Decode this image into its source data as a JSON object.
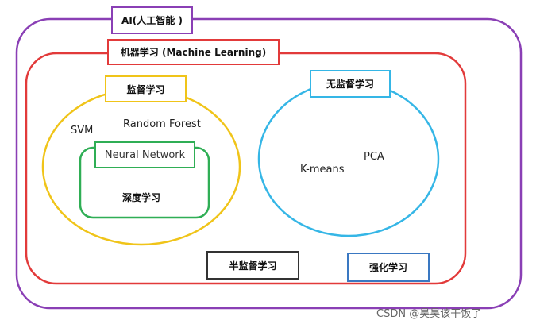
{
  "ai_label": "AI(人工智能 )",
  "ml_label": "机器学习 (Machine Learning)",
  "supervised_label": "监督学习",
  "unsupervised_label": "无监督学习",
  "svm": "SVM",
  "random_forest": "Random Forest",
  "neural_network": "Neural Network",
  "deep_learning": "深度学习",
  "kmeans": "K-means",
  "pca": "PCA",
  "semi_supervised_label": "半监督学习",
  "reinforcement_label": "强化学习",
  "watermark": "CSDN @昊昊该干饭了",
  "colors": {
    "ai": "#8a3fb5",
    "ml": "#e23a3a",
    "supervised": "#f0c419",
    "deep": "#2fae55",
    "unsupervised": "#35b6e6",
    "semi": "#333333",
    "reinforcement": "#3a78c2"
  }
}
